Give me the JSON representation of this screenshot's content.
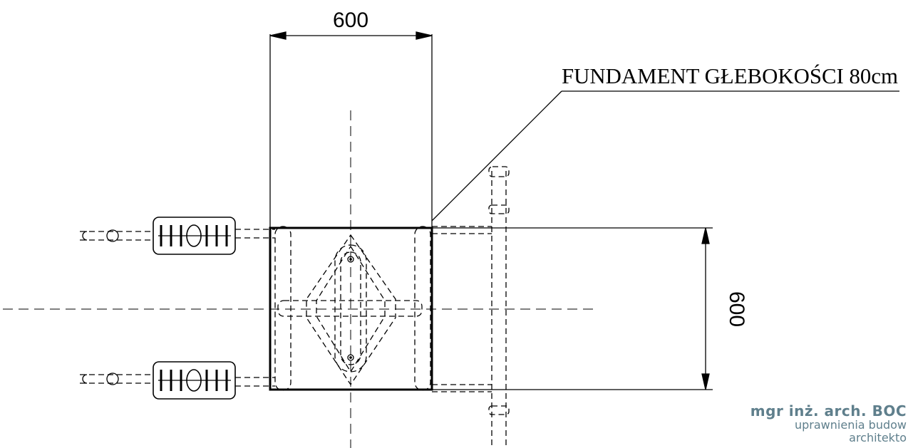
{
  "dimensions": {
    "width_label": "600",
    "height_label": "600"
  },
  "callout": {
    "text": "FUNDAMENT GŁEBOKOŚCI 80cm"
  },
  "stamp": {
    "line1": "mgr inż. arch. BOC",
    "line2": "uprawnienia budow",
    "line3": "architekto"
  },
  "colors": {
    "line": "#000000",
    "stamp": "#5f7f8c"
  }
}
